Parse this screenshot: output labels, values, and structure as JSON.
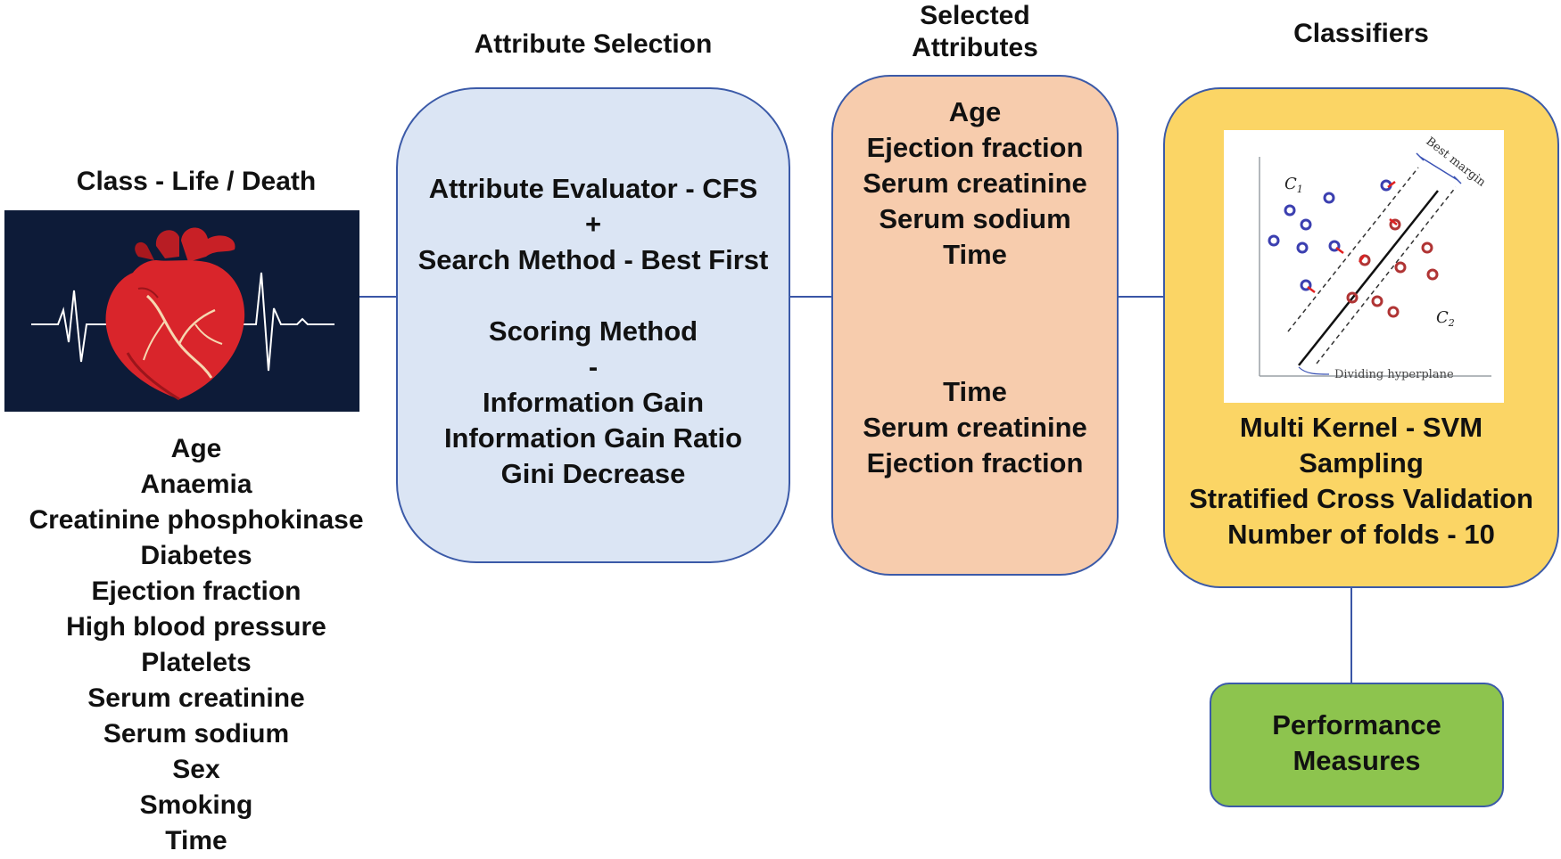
{
  "column_titles": {
    "class": "Class - Life / Death",
    "attribute_selection": "Attribute Selection",
    "selected_attributes": [
      "Selected",
      "Attributes"
    ],
    "classifiers": "Classifiers"
  },
  "attributes_list": [
    "Age",
    "Anaemia",
    "Creatinine phosphokinase",
    "Diabetes",
    "Ejection fraction",
    "High blood pressure",
    "Platelets",
    "Serum creatinine",
    "Serum sodium",
    "Sex",
    "Smoking",
    "Time"
  ],
  "attribute_selection_box": {
    "top_lines": [
      "Attribute Evaluator - CFS",
      "+",
      "Search Method - Best First"
    ],
    "bottom_lines": [
      "Scoring Method",
      "-",
      "Information Gain",
      "Information Gain Ratio",
      "Gini Decrease"
    ]
  },
  "selected_attributes_box": {
    "top_lines": [
      "Age",
      "Ejection fraction",
      "Serum creatinine",
      "Serum sodium",
      "Time"
    ],
    "bottom_lines": [
      "Time",
      "Serum creatinine",
      "Ejection fraction"
    ]
  },
  "classifier_box": {
    "lines": [
      "Multi Kernel - SVM",
      "Sampling",
      "Stratified Cross Validation",
      "Number of folds - 10"
    ],
    "svm_illustration": {
      "class1_label": "C",
      "class1_sub": "1",
      "class2_label": "C",
      "class2_sub": "2",
      "margin_label": "Best margin",
      "hyperplane_label": "Dividing hyperplane"
    }
  },
  "performance_box": {
    "lines": [
      "Performance",
      "Measures"
    ]
  },
  "colors": {
    "attribute_box": "#dbe5f4",
    "selected_box": "#f7ccad",
    "classifier_box": "#fbd565",
    "performance_box": "#8dc44e",
    "connector": "#3a56a6",
    "heart_panel": "#0d1b38",
    "heart": "#d9252b",
    "class1_points": "#3b3fb0",
    "class2_points": "#b03434",
    "support_markers": "#e02020"
  },
  "icons": [
    "heart-icon",
    "heartbeat-line-icon"
  ]
}
